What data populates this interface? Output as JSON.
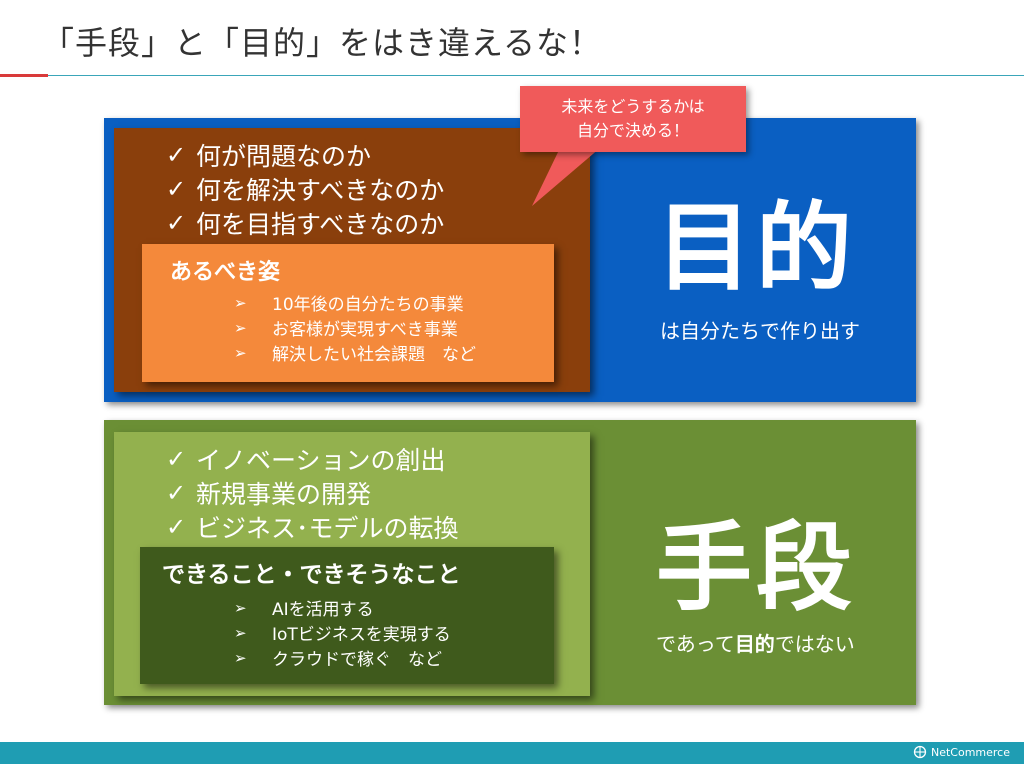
{
  "title": "「手段」と「目的」をはき違えるな！",
  "callout": {
    "line1": "未来をどうするかは",
    "line2": "自分で決める！"
  },
  "purpose": {
    "checks": [
      "何が問題なのか",
      "何を解決すべきなのか",
      "何を目指すべきなのか"
    ],
    "card_title": "あるべき姿",
    "items": [
      "10年後の自分たちの事業",
      "お客様が実現すべき事業",
      "解決したい社会課題　など"
    ],
    "big_label": "目的",
    "caption": "は自分たちで作り出す"
  },
  "means": {
    "checks": [
      "イノベーションの創出",
      "新規事業の開発",
      "ビジネス･モデルの転換"
    ],
    "card_title": "できること・できそうなこと",
    "items": [
      "AIを活用する",
      "IoTビジネスを実現する",
      "クラウドで稼ぐ　など"
    ],
    "big_label": "手段",
    "caption_pre": "であって",
    "caption_bold": "目的",
    "caption_post": "ではない"
  },
  "symbols": {
    "check": "✓",
    "arrow": "➢"
  },
  "footer": {
    "logo_text": "NetCommerce",
    "logo_icon": "netcommerce-logo-icon"
  },
  "colors": {
    "purpose_panel": "#0a5fc2",
    "purpose_inner": "#8a3f0c",
    "purpose_card": "#f4893b",
    "means_panel": "#6b8f35",
    "means_inner": "#93b14e",
    "means_card": "#3f5a1c",
    "callout": "#f05a5a",
    "footer": "#1f9db3",
    "accent_red": "#d93a3a"
  }
}
